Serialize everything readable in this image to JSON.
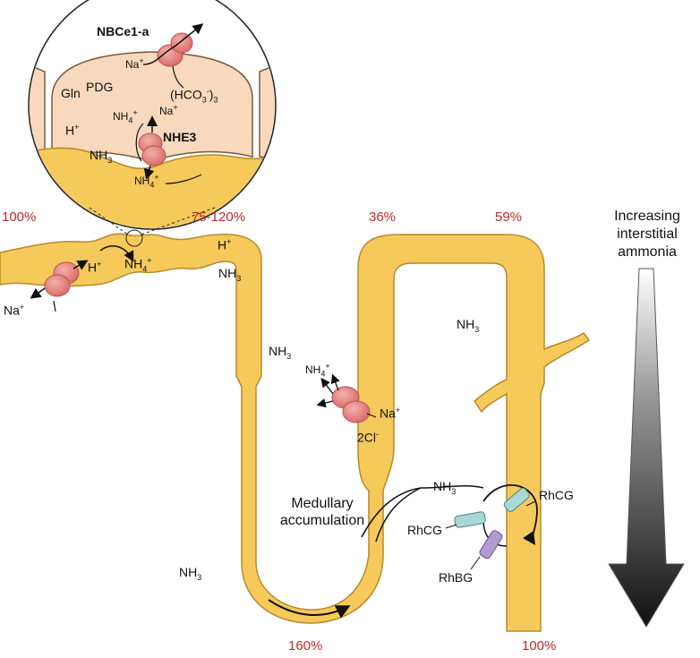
{
  "colors": {
    "tubule_fill": "#f6c95b",
    "tubule_edge": "#b8892a",
    "cell_fill": "#f8d9bd",
    "transporter": "#e07a78",
    "rhcg": "#a9d9d4",
    "rhbg": "#b39ad1",
    "percent_red": "#c0272d"
  },
  "inset": {
    "nbce1": "NBCe1-a",
    "na_top": "Na+",
    "gln": "Gln",
    "pdg": "PDG",
    "hco3": "(HCO3-)3",
    "nh4_in": "NH4+",
    "na_nhe": "Na+",
    "nhe3": "NHE3",
    "h": "H+",
    "nh3": "NH3",
    "nh4_out": "NH4+"
  },
  "percents": {
    "p100_start": "100%",
    "p75_120": "75-120%",
    "p36": "36%",
    "p59": "59%",
    "p160": "160%",
    "p100_end": "100%"
  },
  "proximal": {
    "h_lumen": "H+",
    "nh4_lumen": "NH4+",
    "na": "Na+",
    "h_right": "H+",
    "nh3_right": "NH3"
  },
  "interstitium": {
    "nh3_a": "NH3",
    "nh3_b": "NH3",
    "nh3_c": "NH3"
  },
  "tal": {
    "nh4": "NH4+",
    "na": "Na+",
    "cl": "2Cl-"
  },
  "medullary": "Medullary accumulation",
  "collecting": {
    "nh3": "NH3",
    "rhcg_right": "RhCG",
    "rhcg_left": "RhCG",
    "rhbg": "RhBG"
  },
  "legend": {
    "line1": "Increasing",
    "line2": "interstitial",
    "line3": "ammonia"
  }
}
